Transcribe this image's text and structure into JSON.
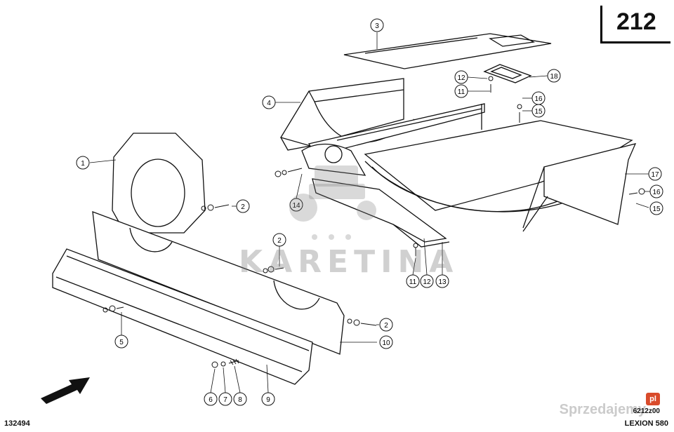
{
  "header": {
    "page_number": "212"
  },
  "footer": {
    "ref_left": "132494",
    "ref_code": "6212z00",
    "model": "LEXION 580"
  },
  "watermarks": {
    "brand": "KARETINA",
    "site": "Sprzedajemy",
    "site_mark": "pl"
  },
  "colors": {
    "line": "#111111",
    "watermark": "#8a8a8a",
    "site_mark": "#d94b2b"
  },
  "callouts": {
    "c1": "1",
    "c2a": "2",
    "c2b": "2",
    "c2c": "2",
    "c3": "3",
    "c4": "4",
    "c5": "5",
    "c6": "6",
    "c7": "7",
    "c8": "8",
    "c9": "9",
    "c10": "10",
    "c11a": "11",
    "c11b": "11",
    "c12a": "12",
    "c12b": "12",
    "c13": "13",
    "c14": "14",
    "c15a": "15",
    "c15b": "15",
    "c16a": "16",
    "c16b": "16",
    "c17": "17",
    "c18": "18"
  },
  "icons": {
    "direction": "arrow-icon",
    "tractor": "tractor-watermark-icon"
  }
}
